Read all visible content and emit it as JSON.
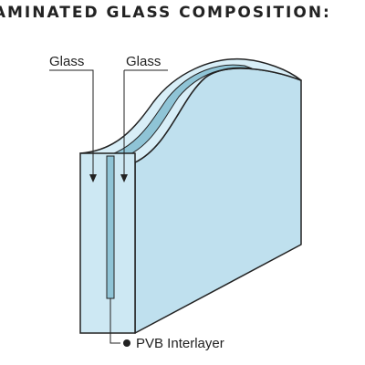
{
  "title": "LAMINATED GLASS COMPOSITION:",
  "labels": {
    "glass_outer": "Glass",
    "glass_inner": "Glass",
    "interlayer": "PVB Interlayer"
  },
  "colors": {
    "glass_face": "#cde8f3",
    "glass_side": "#bfe0ee",
    "glass_top": "#d8eef7",
    "interlayer": "#8fc4d6",
    "outline": "#222222",
    "text": "#222222"
  }
}
